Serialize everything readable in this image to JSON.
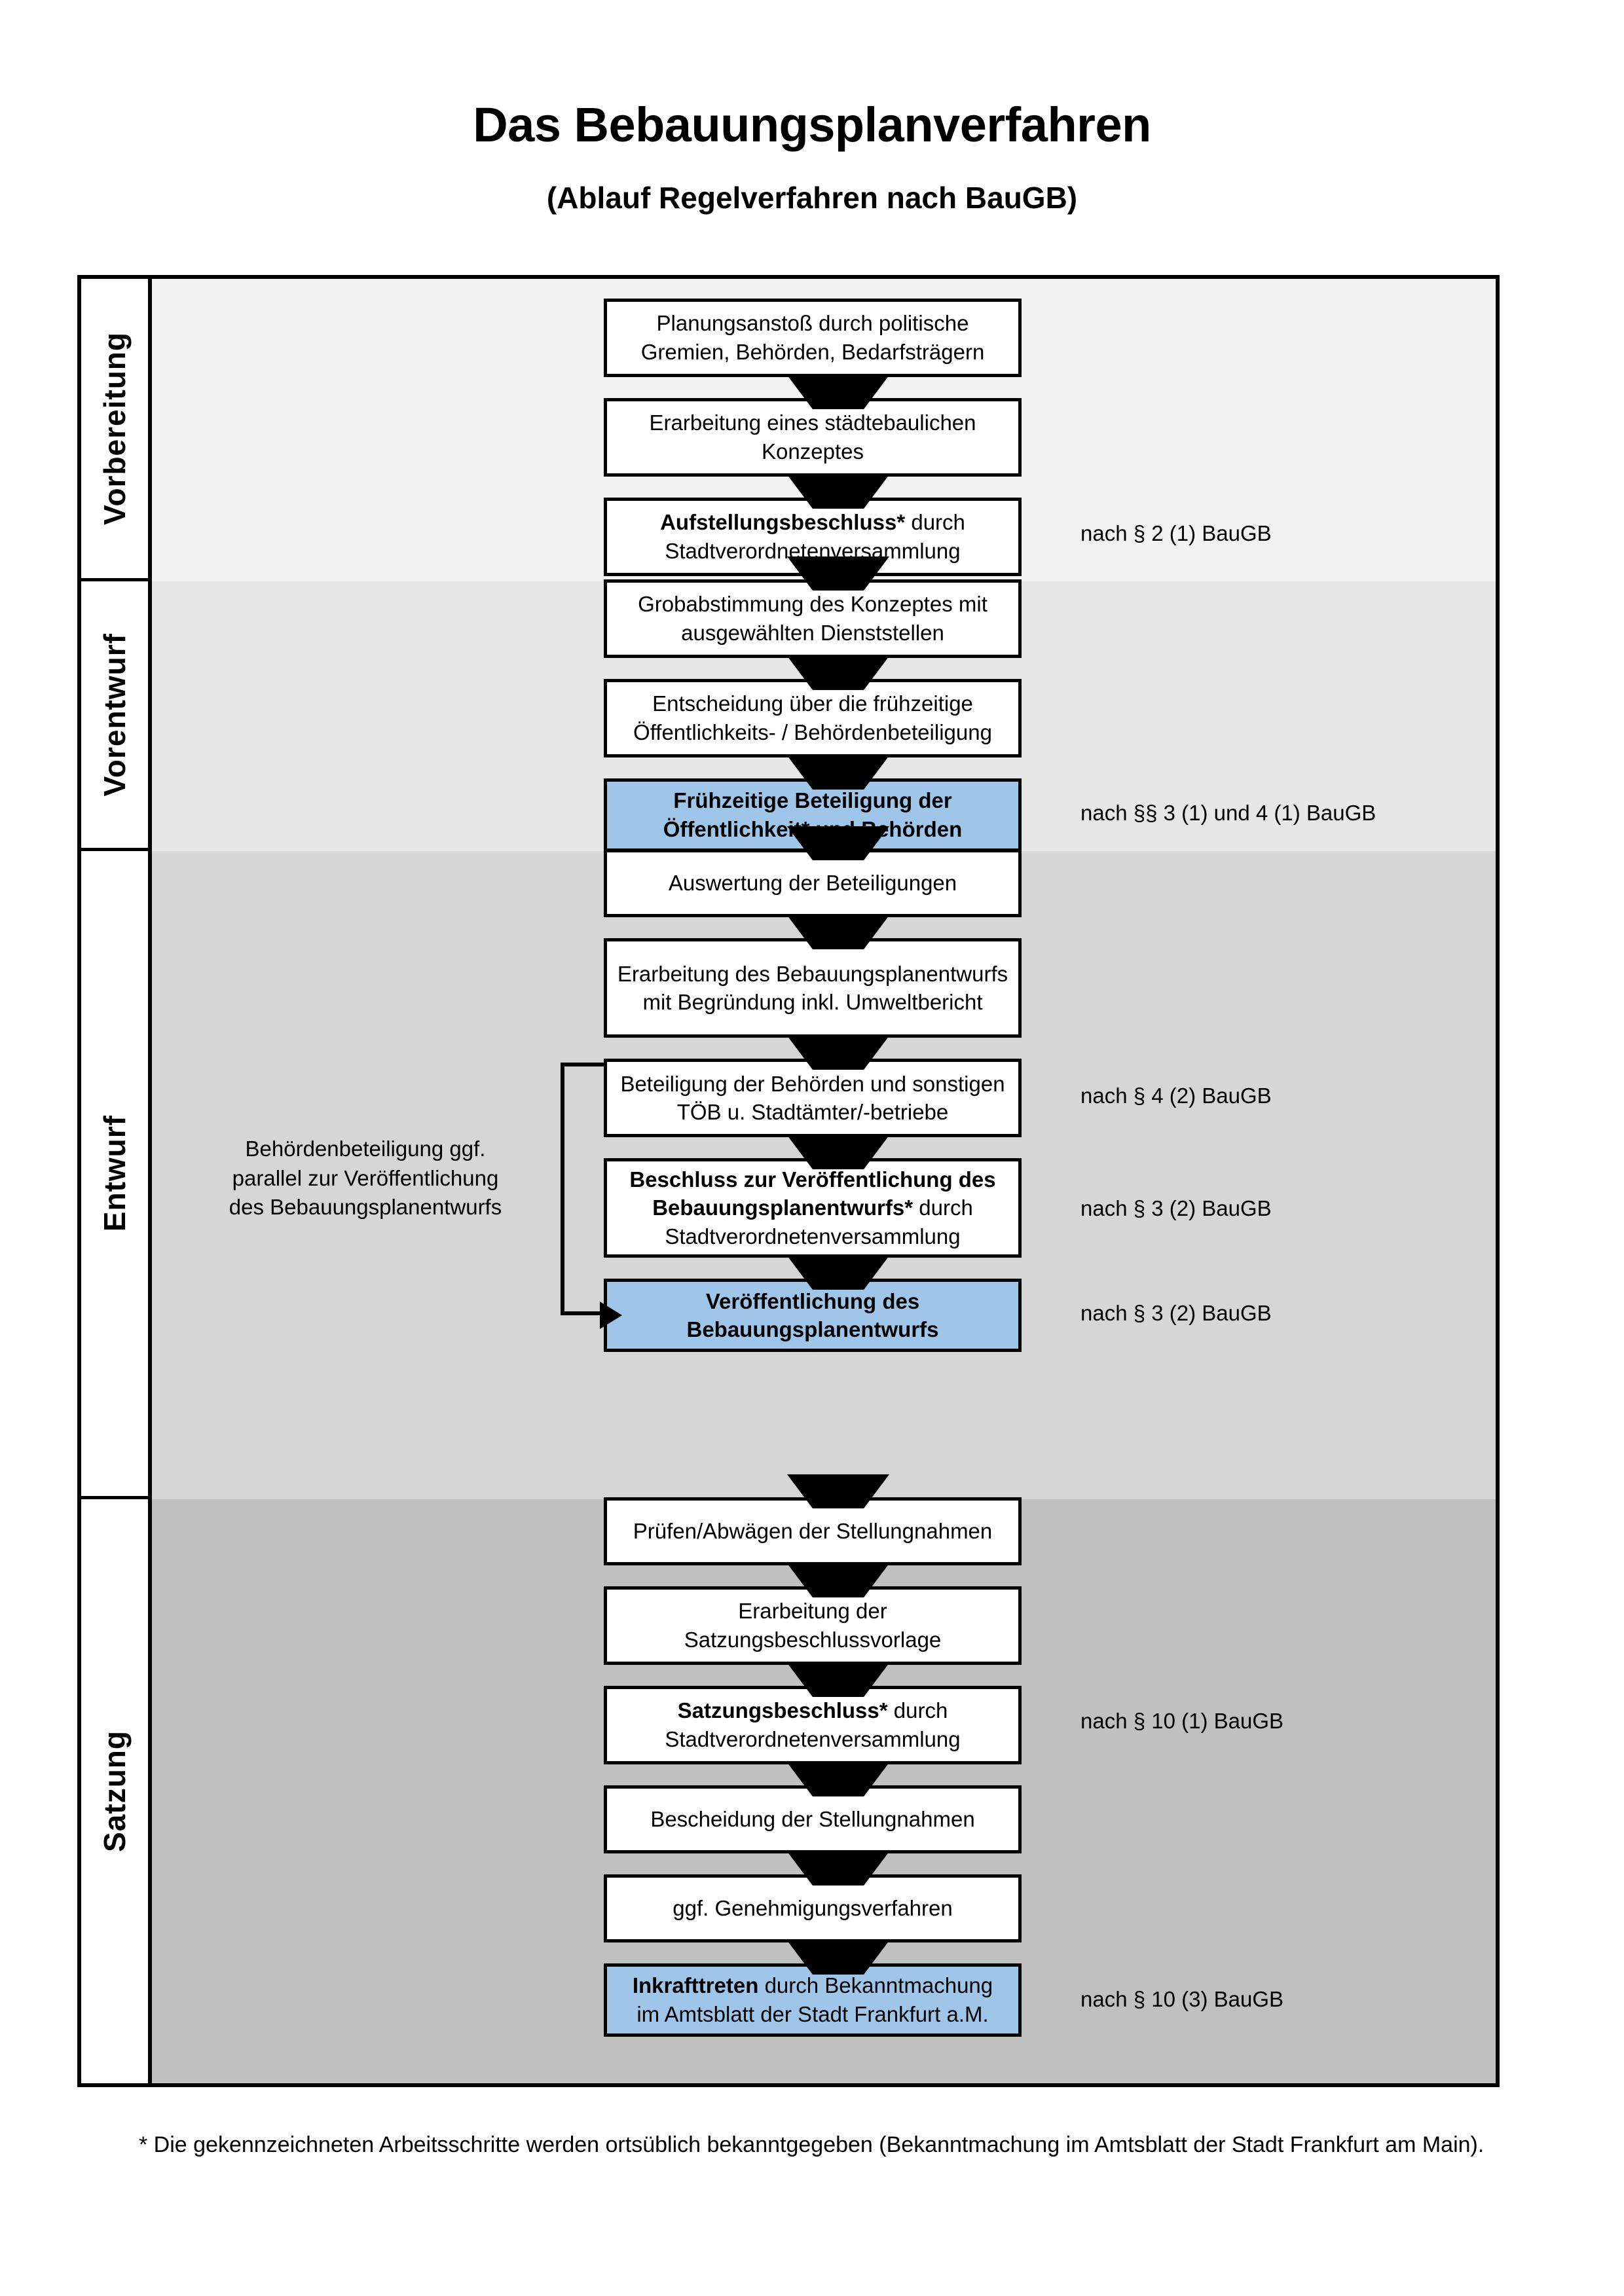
{
  "header": {
    "title": "Das Bebauungsplanverfahren",
    "subtitle": "(Ablauf Regelverfahren nach BauGB)"
  },
  "phases": [
    {
      "label": "Vorbereitung",
      "bg": "#f2f2f2"
    },
    {
      "label": "Vorentwurf",
      "bg": "#e7e7e7"
    },
    {
      "label": "Entwurf",
      "bg": "#d6d6d6"
    },
    {
      "label": "Satzung",
      "bg": "#c0c0c0"
    }
  ],
  "highlight_color": "#9fc5e8",
  "steps": [
    {
      "id": 1,
      "text": "Planungsanstoß durch politische Gremien, Behörden, Bedarfsträgern",
      "bold": "",
      "highlight": false
    },
    {
      "id": 2,
      "text": "Erarbeitung eines städtebaulichen Konzeptes",
      "bold": "",
      "highlight": false
    },
    {
      "id": 3,
      "text": "Aufstellungsbeschluss* durch Stadtverordnetenversammlung",
      "bold": "Aufstellungsbeschluss*",
      "highlight": false
    },
    {
      "id": 4,
      "text": "Grobabstimmung des Konzeptes mit ausgewählten Dienststellen",
      "bold": "",
      "highlight": false
    },
    {
      "id": 5,
      "text": "Entscheidung über die frühzeitige Öffentlichkeits- / Behördenbeteiligung",
      "bold": "",
      "highlight": false
    },
    {
      "id": 6,
      "text": "Frühzeitige Beteiligung der Öffentlichkeit* und Behörden",
      "bold": "Frühzeitige Beteiligung der Öffentlichkeit* und Behörden",
      "highlight": true
    },
    {
      "id": 7,
      "text": "Auswertung der Beteiligungen",
      "bold": "",
      "highlight": false
    },
    {
      "id": 8,
      "text": "Erarbeitung des Bebauungsplanentwurfs mit Begründung inkl. Umweltbericht",
      "bold": "",
      "highlight": false
    },
    {
      "id": 9,
      "text": "Beteiligung der Behörden und sonstigen TÖB u. Stadtämter/-betriebe",
      "bold": "",
      "highlight": false
    },
    {
      "id": 10,
      "text": "Beschluss zur Veröffentlichung des Bebauungsplanentwurfs* durch Stadtverordnetenversammlung",
      "bold": "Beschluss zur Veröffentlichung des Bebauungsplanentwurfs*",
      "highlight": false
    },
    {
      "id": 11,
      "text": "Veröffentlichung des Bebauungsplanentwurfs",
      "bold": "Veröffentlichung des Bebauungsplanentwurfs",
      "highlight": true
    },
    {
      "id": 12,
      "text": "Prüfen/Abwägen der Stellungnahmen",
      "bold": "",
      "highlight": false
    },
    {
      "id": 13,
      "text": "Erarbeitung der Satzungsbeschlussvorlage",
      "bold": "",
      "highlight": false
    },
    {
      "id": 14,
      "text": "Satzungsbeschluss* durch Stadtverordnetenversammlung",
      "bold": "Satzungsbeschluss*",
      "highlight": false
    },
    {
      "id": 15,
      "text": "Bescheidung der Stellungnahmen",
      "bold": "",
      "highlight": false
    },
    {
      "id": 16,
      "text": "ggf. Genehmigungsverfahren",
      "bold": "",
      "highlight": false
    },
    {
      "id": 17,
      "text": "Inkrafttreten durch Bekanntmachung im Amtsblatt der Stadt Frankfurt a.M.",
      "bold": "Inkrafttreten",
      "highlight": true
    }
  ],
  "notes": [
    {
      "id": "n1",
      "text": "nach § 2 (1) BauGB"
    },
    {
      "id": "n2",
      "text": "nach §§ 3 (1) und 4 (1) BauGB"
    },
    {
      "id": "n3",
      "text": "nach § 4 (2) BauGB"
    },
    {
      "id": "n4",
      "text": "nach § 3 (2) BauGB"
    },
    {
      "id": "n5",
      "text": "nach § 3 (2) BauGB"
    },
    {
      "id": "n6",
      "text": "nach § 10 (1) BauGB"
    },
    {
      "id": "n7",
      "text": "nach § 10 (3) BauGB"
    }
  ],
  "side_note": "Behördenbeteiligung ggf. parallel zur Veröffentlichung des Bebauungsplanentwurfs",
  "footnote": "* Die gekennzeichneten Arbeitsschritte werden ortsüblich bekanntgegeben (Bekanntmachung im Amtsblatt  der Stadt Frankfurt am Main)."
}
